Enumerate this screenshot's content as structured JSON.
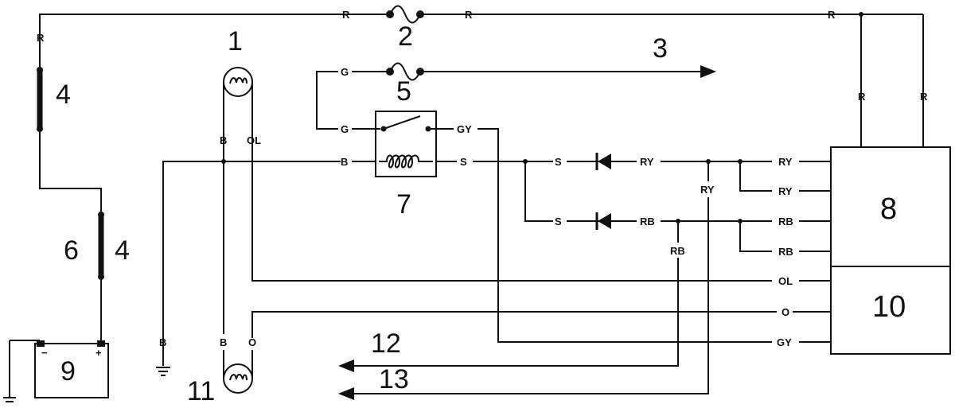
{
  "wire_labels": {
    "r_top_left": "R",
    "r_top_mid": "R",
    "r_top_right": "R",
    "r_left_vertical": "R",
    "r_box_left": "R",
    "r_box_right": "R",
    "g_top": "G",
    "g_relay": "G",
    "gy_relay": "GY",
    "b_lamp1": "B",
    "ol_lamp1": "OL",
    "b_relay": "B",
    "s_relay": "S",
    "s_diode1": "S",
    "s_diode2": "S",
    "ry_diode": "RY",
    "rb_diode": "RB",
    "ry_vertical": "RY",
    "rb_vertical": "RB",
    "ry_term1": "RY",
    "ry_term2": "RY",
    "rb_term1": "RB",
    "rb_term2": "RB",
    "ol_term": "OL",
    "o_term": "O",
    "gy_term": "GY",
    "b_ground": "B",
    "b_lamp11": "B",
    "o_lamp11": "O"
  },
  "component_numbers": {
    "n1": "1",
    "n2": "2",
    "n3": "3",
    "n4_top": "4",
    "n4_bottom": "4",
    "n5": "5",
    "n6": "6",
    "n7": "7",
    "n8": "8",
    "n9": "9",
    "n10": "10",
    "n11": "11",
    "n12": "12",
    "n13": "13"
  },
  "battery": {
    "minus": "−",
    "plus": "+"
  },
  "icons": [
    "fuse-icon",
    "lamp-icon",
    "relay-icon",
    "diode-icon",
    "battery-icon",
    "ground-icon",
    "arrow-icon"
  ]
}
